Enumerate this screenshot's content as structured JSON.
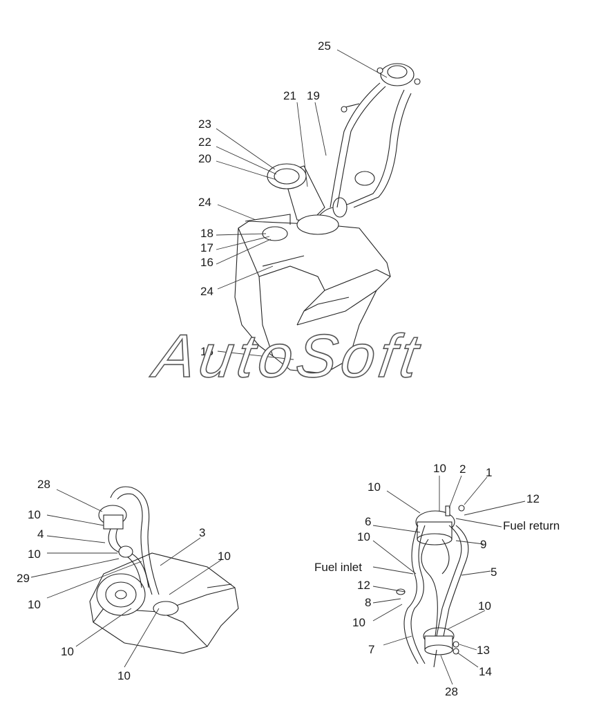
{
  "watermark": "AutoSoft",
  "top_view": {
    "labels": [
      "25",
      "21",
      "19",
      "23",
      "22",
      "20",
      "24",
      "18",
      "17",
      "16",
      "24",
      "15"
    ]
  },
  "left_view": {
    "labels": [
      "28",
      "10",
      "4",
      "10",
      "29",
      "10",
      "3",
      "10",
      "10",
      "10"
    ]
  },
  "right_view": {
    "labels": [
      "10",
      "2",
      "1",
      "10",
      "12",
      "Fuel return",
      "6",
      "9",
      "10",
      "Fuel inlet",
      "5",
      "12",
      "8",
      "10",
      "10",
      "7",
      "13",
      "14",
      "28"
    ]
  }
}
